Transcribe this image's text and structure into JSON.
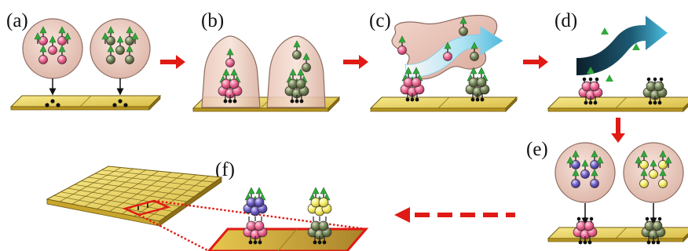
{
  "panels": [
    {
      "id": "a",
      "label": "(a)"
    },
    {
      "id": "b",
      "label": "(b)"
    },
    {
      "id": "c",
      "label": "(c)"
    },
    {
      "id": "d",
      "label": "(d)"
    },
    {
      "id": "e",
      "label": "(e)"
    },
    {
      "id": "f",
      "label": "(f)"
    }
  ],
  "colors": {
    "substrate_top": "#f0e27a",
    "substrate_edge": "#6e5a10",
    "bubble_fill": "#f1d1c4",
    "bubble_edge": "#8c6c62",
    "pink_particle": "#e9628e",
    "green_particle": "#6e7d4c",
    "purple_particle": "#6d5fbf",
    "yellow_particle": "#f3ec6a",
    "spike": "#33a93c",
    "red_arrow": "#e01a14",
    "flow_arrow_dark": "#123447",
    "flow_arrow_light": "#3bb0d5"
  },
  "icons": [
    "down-arrow-icon",
    "right-arrow-icon",
    "dashed-left-arrow-icon",
    "flow-arrow-icon",
    "triangle-particle-icon"
  ]
}
